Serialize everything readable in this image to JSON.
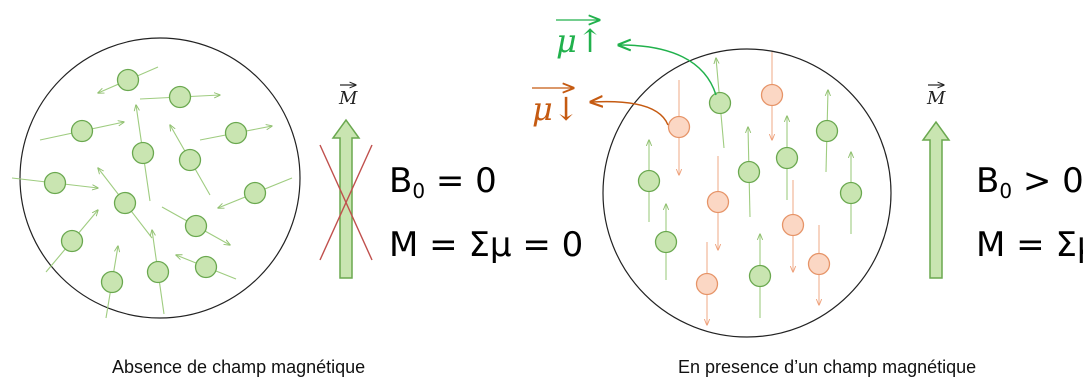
{
  "left_panel": {
    "caption": "Absence de champ magnétique",
    "eq_b0_base": "B",
    "eq_b0_sub": "0",
    "eq_b0_rest": " = 0",
    "eq_m": "M = Σμ = 0",
    "m_label": "M",
    "m_crossed": true
  },
  "right_panel": {
    "caption": "En presence d’un champ magnétique",
    "eq_b0_base": "B",
    "eq_b0_sub": "0",
    "eq_b0_rest": " > 0",
    "eq_m": "M = Σμ",
    "m_label": "M",
    "mu_up_label": "μ↑",
    "mu_down_label": "μ↓"
  },
  "colors": {
    "spin_fill": "#c9e5b1",
    "spin_stroke": "#6aa84f",
    "spin_down_fill": "#fbd7c4",
    "spin_down_stroke": "#e69468",
    "mu_up": "#21b14c",
    "mu_down": "#c55a11",
    "cross": "#c0504d"
  }
}
